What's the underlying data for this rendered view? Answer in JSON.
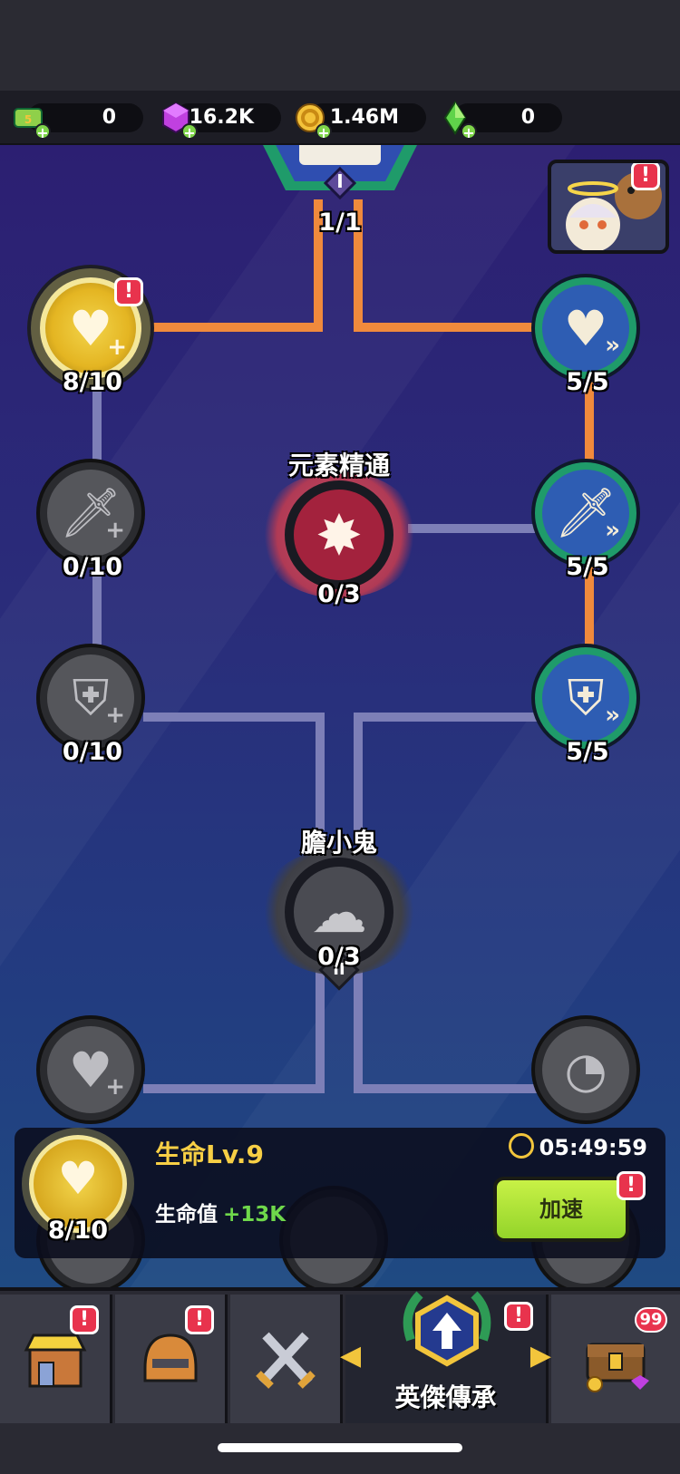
{
  "currencies": [
    {
      "name": "ticket",
      "value": "0",
      "icon": "ticket-icon"
    },
    {
      "name": "gem-purple",
      "value": "16.2K",
      "icon": "purple-gem-icon"
    },
    {
      "name": "gold",
      "value": "1.46M",
      "icon": "gold-coin-icon"
    },
    {
      "name": "gem-green",
      "value": "0",
      "icon": "green-gem-icon"
    }
  ],
  "top_node": {
    "roman": "I",
    "count": "1/1"
  },
  "nodes": {
    "gold_heart": {
      "count": "8/10",
      "alert": "!"
    },
    "heart_up": {
      "count": "5/5"
    },
    "sword_plus": {
      "count": "0/10"
    },
    "sword_up": {
      "count": "5/5"
    },
    "shield_plus": {
      "count": "0/10"
    },
    "shield_up": {
      "count": "5/5"
    }
  },
  "special_nodes": {
    "element": {
      "title": "元素精通",
      "count": "0/3"
    },
    "coward": {
      "title": "膽小鬼",
      "roman": "II",
      "count": "0/3"
    }
  },
  "side_alert": "!",
  "info": {
    "title": "生命Lv.9",
    "stat_label": "生命值",
    "stat_value": "+13K",
    "count": "8/10",
    "timer": "05:49:59",
    "speed_button": "加速",
    "speed_alert": "!"
  },
  "bottom_nav": {
    "tabs": [
      {
        "name": "shop",
        "icon": "shop-icon",
        "alert": "!"
      },
      {
        "name": "helmet",
        "icon": "helmet-icon",
        "alert": "!"
      },
      {
        "name": "battle",
        "icon": "crossed-swords-icon"
      },
      {
        "name": "hero-legacy",
        "label": "英傑傳承",
        "icon": "upgrade-arrow-icon",
        "alert": "!"
      },
      {
        "name": "treasure",
        "icon": "treasure-chest-icon",
        "badge": "99"
      }
    ]
  },
  "colors": {
    "orange_path": "#f08a3c",
    "grey_path": "#7d7fb7",
    "accent_yellow": "#f7cf45",
    "button_green": "#93d42a",
    "alert_red": "#e8334d"
  }
}
